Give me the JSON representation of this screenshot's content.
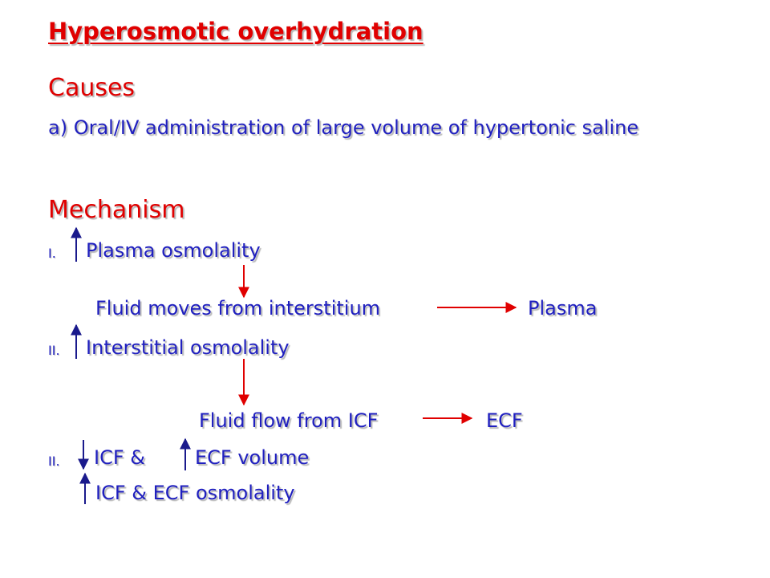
{
  "title": "Hyperosmotic  overhydration",
  "causes": {
    "heading": "Causes",
    "item_a": "a) Oral/IV administration of large volume of hypertonic saline"
  },
  "mechanism": {
    "heading": "Mechanism",
    "step1": {
      "numeral": "I.",
      "text": "Plasma osmolality"
    },
    "flow1": {
      "from": "Fluid moves from interstitium",
      "to": "Plasma"
    },
    "step2": {
      "numeral": "II.",
      "text": "Interstitial osmolality"
    },
    "flow2": {
      "from": "Fluid flow from ICF",
      "to": "ECF"
    },
    "step3": {
      "numeral": "II.",
      "icf": "ICF  &",
      "ecf": "ECF volume"
    },
    "step4": {
      "text": "ICF & ECF osmolality"
    }
  },
  "colors": {
    "heading": "#e00000",
    "body_text": "#1f1fbf",
    "arrows": "#e00000",
    "indicator_arrows": "#1a1a8c"
  }
}
